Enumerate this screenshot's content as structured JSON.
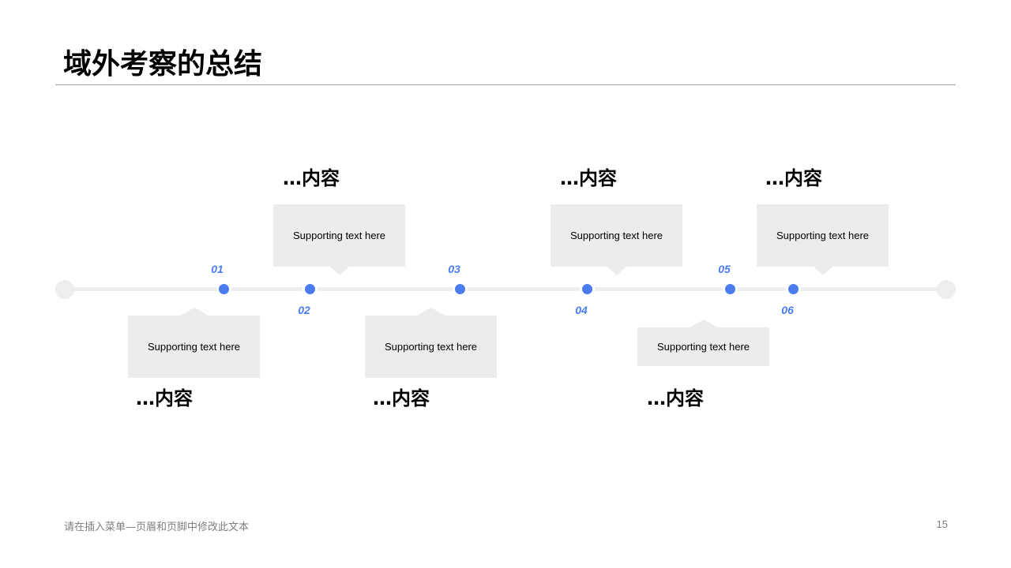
{
  "slide": {
    "title": "域外考察的总结",
    "footer_text": "请在插入菜单—页眉和页脚中修改此文本",
    "page_number": "15"
  },
  "colors": {
    "accent": "#4a7cf0",
    "callout_bg": "#ececec",
    "timeline": "#eeeeee",
    "footer": "#7f7f7f"
  },
  "timeline": {
    "items": [
      {
        "number": "01",
        "heading": "…内容",
        "text": "Supporting  text here"
      },
      {
        "number": "02",
        "heading": "…内容",
        "text": "Supporting text here"
      },
      {
        "number": "03",
        "heading": "…内容",
        "text": "Supporting  text here"
      },
      {
        "number": "04",
        "heading": "…内容",
        "text": "Supporting  text here"
      },
      {
        "number": "05",
        "heading": "…内容",
        "text": "Supporting  text here"
      },
      {
        "number": "06",
        "heading": "…内容",
        "text": "Supporting  text here"
      }
    ]
  }
}
